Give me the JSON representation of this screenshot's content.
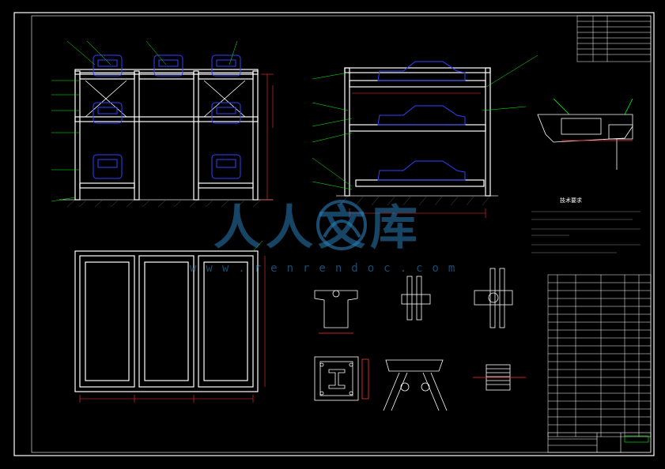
{
  "drawing": {
    "colors": {
      "frame": "#ffffff",
      "structure": "#ffffff",
      "dimension": "#ff3030",
      "leader": "#00ff00",
      "car": "#3040ff",
      "ground": "#888888",
      "note_title": "#ffffff"
    }
  },
  "watermark": {
    "text": "人人文库",
    "url": "www.renrendoc.com"
  },
  "notes": {
    "title": "技术要求"
  },
  "icons": {
    "watermark_logo": "swirl-logo-icon"
  }
}
